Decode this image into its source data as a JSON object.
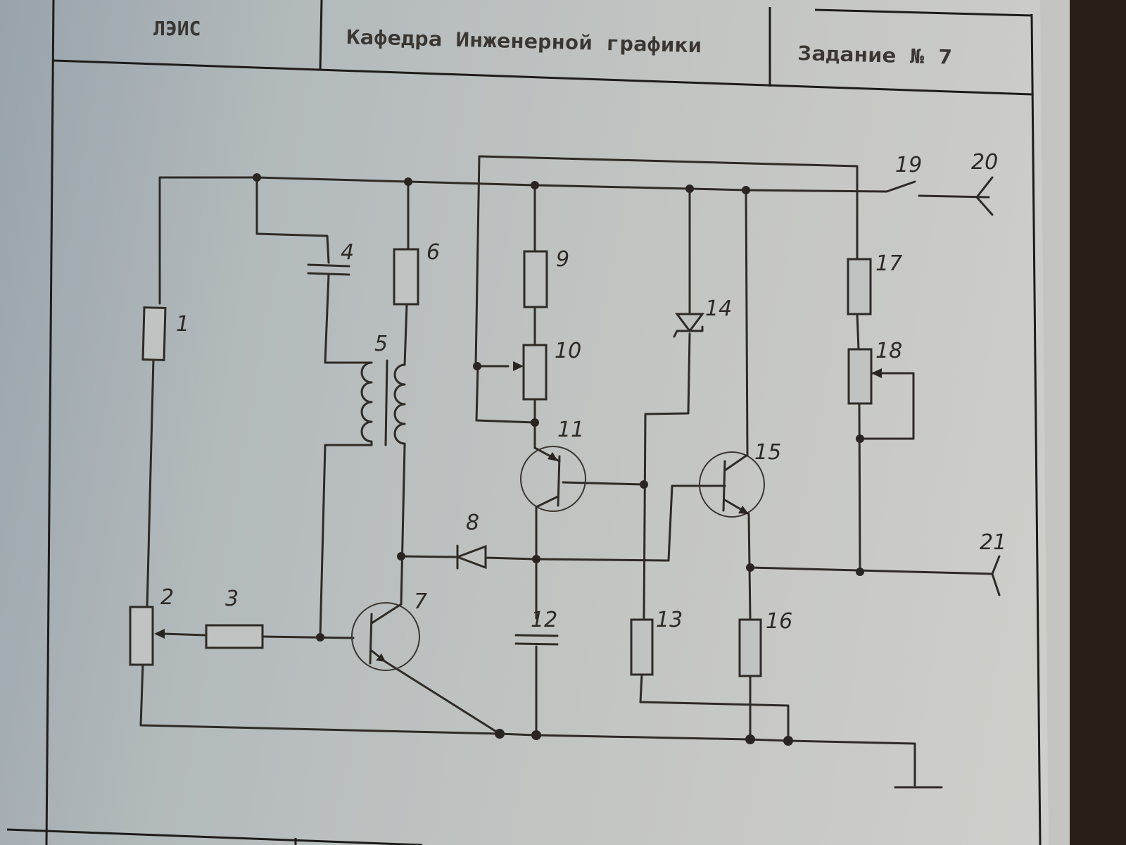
{
  "title_block": {
    "organization": "ЛЭИС",
    "department": "Кафедра Инженерной графики",
    "assignment": "Задание № 7"
  },
  "components": {
    "c1": "1",
    "c2": "2",
    "c3": "3",
    "c4": "4",
    "c5": "5",
    "c6": "6",
    "c7": "7",
    "c8": "8",
    "c9": "9",
    "c10": "10",
    "c11": "11",
    "c12": "12",
    "c13": "13",
    "c14": "14",
    "c15": "15",
    "c16": "16",
    "c17": "17",
    "c18": "18",
    "c19": "19",
    "c20": "20",
    "c21": "21"
  },
  "colors": {
    "ink": "#2e2a26",
    "paper": "#c3c5c2",
    "background": "#2a1f18"
  }
}
